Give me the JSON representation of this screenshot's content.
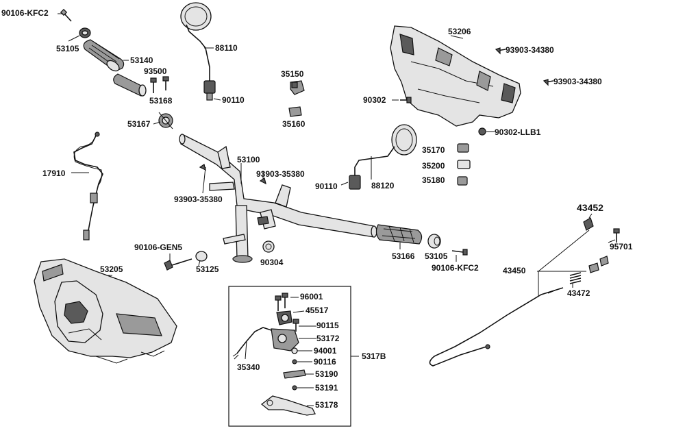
{
  "labels": {
    "p90106_kfc2_top": "90106-KFC2",
    "p53105_top": "53105",
    "p53140": "53140",
    "p93500": "93500",
    "p53168": "53168",
    "p53167": "53167",
    "p88110": "88110",
    "p90110_top": "90110",
    "p35150": "35150",
    "p35160": "35160",
    "p53206": "53206",
    "p93903_34380_a": "93903-34380",
    "p93903_34380_b": "93903-34380",
    "p90302": "90302",
    "p90302_llb1": "90302-LLB1",
    "p35170": "35170",
    "p35200": "35200",
    "p35180": "35180",
    "p17910": "17910",
    "p53100": "53100",
    "p93903_35380_a": "93903-35380",
    "p93903_35380_b": "93903-35380",
    "p90110_mid": "90110",
    "p88120": "88120",
    "p43452": "43452",
    "p90106_gen5": "90106-GEN5",
    "p53125": "53125",
    "p90304": "90304",
    "p53166": "53166",
    "p53105_bot": "53105",
    "p90106_kfc2_bot": "90106-KFC2",
    "p95701": "95701",
    "p43450": "43450",
    "p43472": "43472",
    "p53205": "53205",
    "p96001": "96001",
    "p45517": "45517",
    "p90115": "90115",
    "p53172": "53172",
    "p94001": "94001",
    "p90116": "90116",
    "p53190": "53190",
    "p53191": "53191",
    "p53178": "53178",
    "p35340": "35340",
    "p5317b": "5317B"
  }
}
